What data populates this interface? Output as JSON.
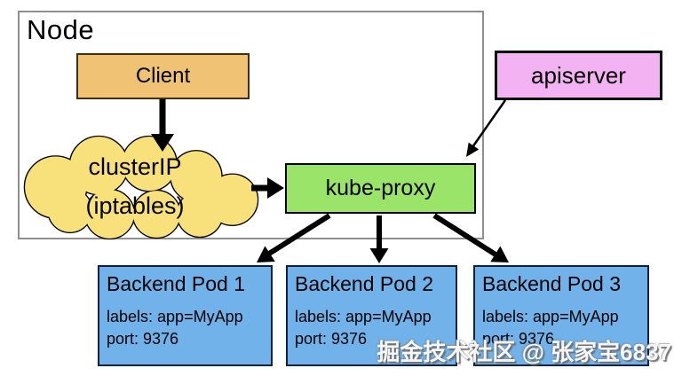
{
  "diagram": {
    "node_label": "Node",
    "client_label": "Client",
    "cluster_ip_line1": "clusterIP",
    "cluster_ip_line2": "(iptables)",
    "kube_proxy_label": "kube-proxy",
    "apiserver_label": "apiserver",
    "pods": [
      {
        "title": "Backend Pod 1",
        "labels_line": "labels: app=MyApp",
        "port_line": "port: 9376"
      },
      {
        "title": "Backend Pod 2",
        "labels_line": "labels: app=MyApp",
        "port_line": "port: 9376"
      },
      {
        "title": "Backend Pod 3",
        "labels_line": "labels: app=MyApp",
        "port_line": "port: 9376"
      }
    ]
  },
  "watermark": "掘金技术社区 @ 张家宝6837",
  "colors": {
    "client_fill": "#f0c374",
    "cloud_fill": "#f8e17a",
    "kube_proxy_fill": "#9ae569",
    "apiserver_fill": "#f3b3f3",
    "pod_fill": "#70b2e9",
    "pod_border": "#0d2240",
    "node_border": "#8f8f8f",
    "arrow_color": "#000000"
  }
}
